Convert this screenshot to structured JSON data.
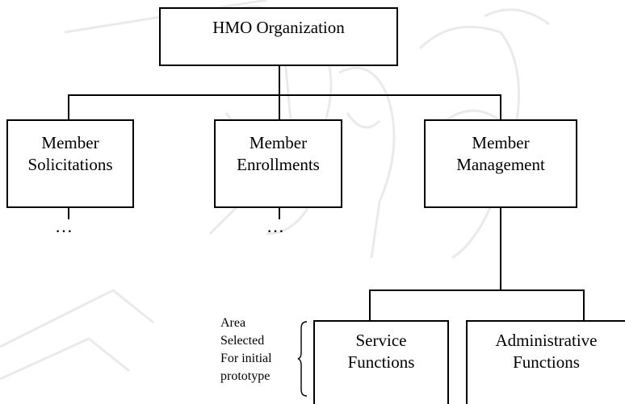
{
  "diagram": {
    "root": {
      "label": "HMO Organization"
    },
    "level2": [
      {
        "line1": "Member",
        "line2": "Solicitations"
      },
      {
        "line1": "Member",
        "line2": "Enrollments"
      },
      {
        "line1": "Member",
        "line2": "Management"
      }
    ],
    "level3": [
      {
        "line1": "Service",
        "line2": "Functions"
      },
      {
        "line1": "Administrative",
        "line2": "Functions"
      }
    ],
    "ellipsis": "…",
    "annotation": [
      "Area",
      "Selected",
      "For initial",
      "prototype"
    ],
    "watermark_color": "#d9d9d9"
  }
}
